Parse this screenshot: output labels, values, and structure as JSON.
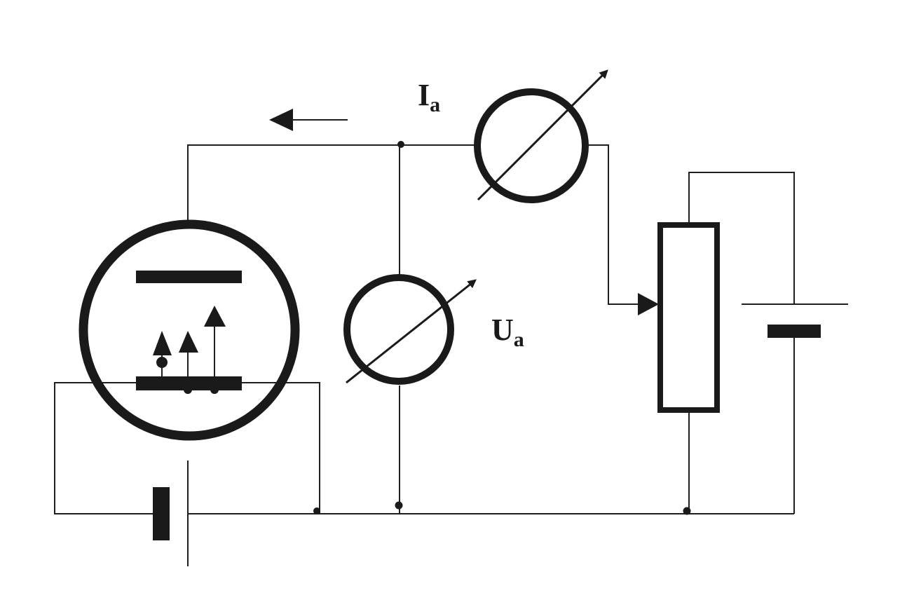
{
  "diagram": {
    "labels": {
      "anode_current": {
        "symbol": "I",
        "subscript": "a"
      },
      "anode_voltage": {
        "symbol": "U",
        "subscript": "a"
      }
    },
    "colors": {
      "ink": "#1a1a1a",
      "paper": "#ffffff"
    }
  }
}
